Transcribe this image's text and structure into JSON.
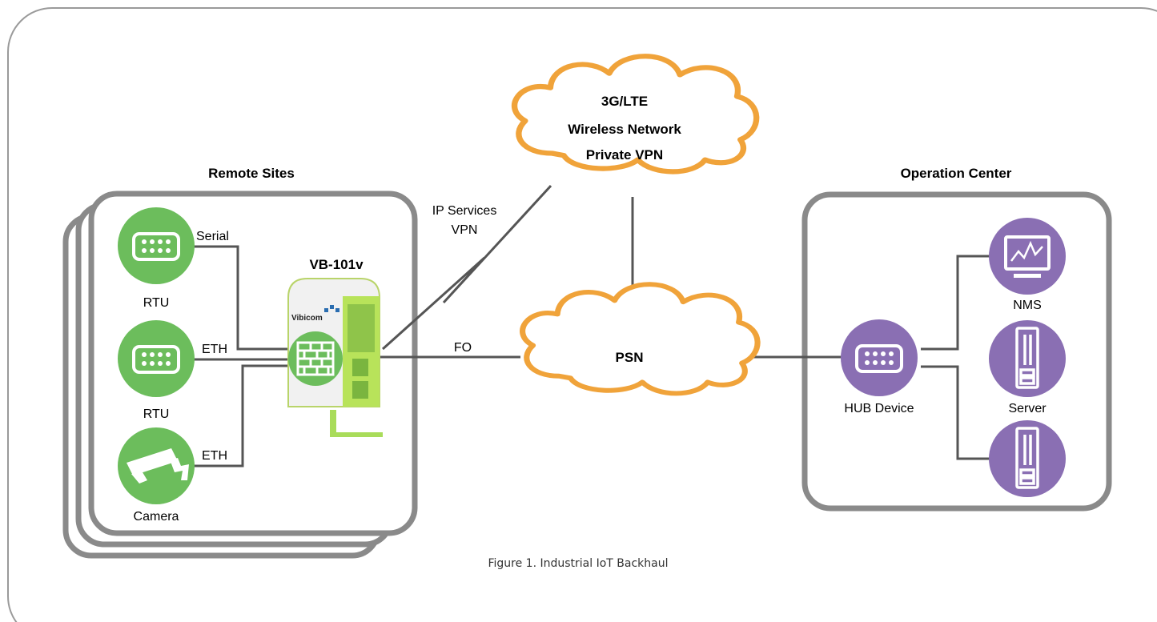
{
  "remote_sites": {
    "title": "Remote Sites",
    "devices": [
      {
        "label": "RTU",
        "link": "Serial",
        "icon": "rtu-connector-icon"
      },
      {
        "label": "RTU",
        "link": "ETH",
        "icon": "rtu-connector-icon"
      },
      {
        "label": "Camera",
        "link": "ETH",
        "icon": "security-camera-icon"
      }
    ],
    "gateway": {
      "label": "VB-101v",
      "brand": "Vibicom",
      "icon": "firewall-brick-icon"
    }
  },
  "clouds": {
    "wireless": {
      "lines": [
        "3G/LTE",
        "Wireless Network",
        "Private VPN"
      ]
    },
    "psn": {
      "label": "PSN"
    }
  },
  "links": {
    "vpn": [
      "IP Services",
      "VPN"
    ],
    "fiber": "FO"
  },
  "operation_center": {
    "title": "Operation Center",
    "hub": {
      "label": "HUB Device",
      "icon": "hub-connector-icon"
    },
    "devices": [
      {
        "label": "NMS",
        "icon": "monitor-icon"
      },
      {
        "label": "Server",
        "icon": "server-icon"
      },
      {
        "label": "",
        "icon": "server-icon"
      }
    ]
  },
  "caption": "Figure 1. Industrial IoT Backhaul",
  "colors": {
    "green": "#6cbd5c",
    "purple": "#8a6fb3",
    "cloud_outline": "#f0a33a",
    "frame": "#8a8a8a"
  }
}
